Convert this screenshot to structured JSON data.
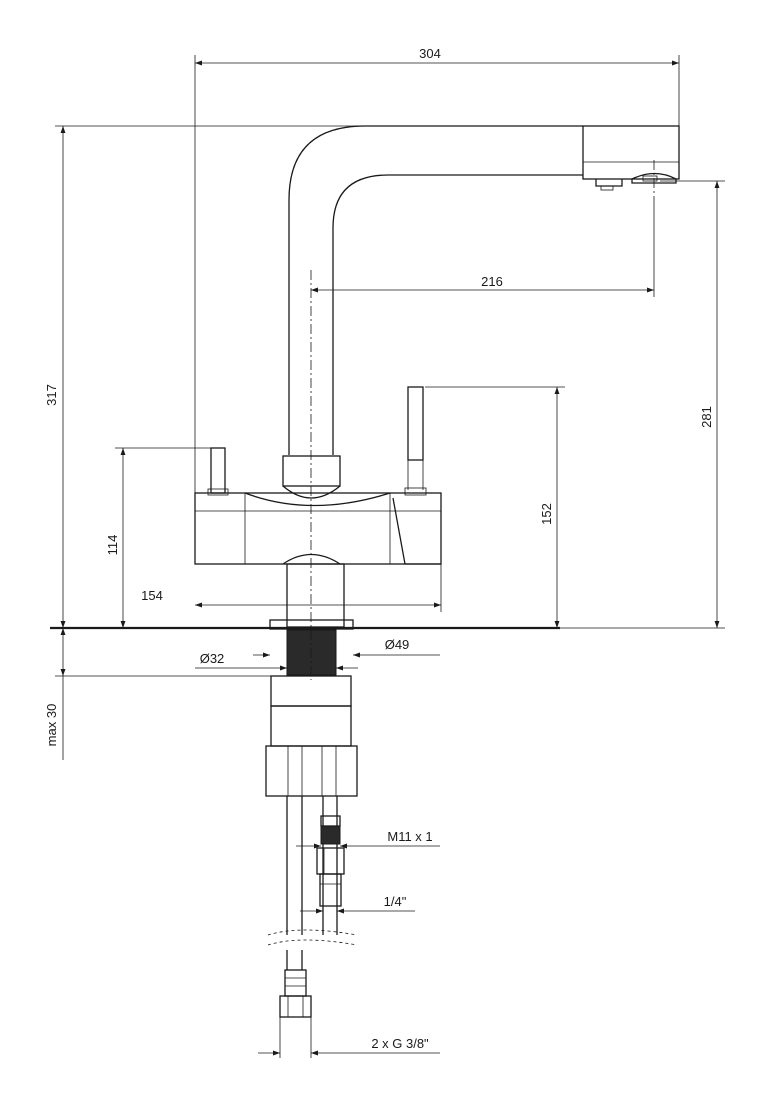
{
  "dimensions": {
    "total_width": "304",
    "spout_reach": "216",
    "total_height": "317",
    "spout_outlet_height": "281",
    "right_lever_height": "152",
    "left_lever_height": "114",
    "body_width": "154",
    "hole_diameter": "Ø32",
    "base_diameter": "Ø49",
    "max_counter_thickness": "max 30",
    "thread_small": "M11 x 1",
    "hose_size": "1/4\"",
    "connection": "2 x G 3/8\""
  },
  "colors": {
    "line": "#1a1a1a",
    "thread_fill": "#2a2a2a"
  }
}
